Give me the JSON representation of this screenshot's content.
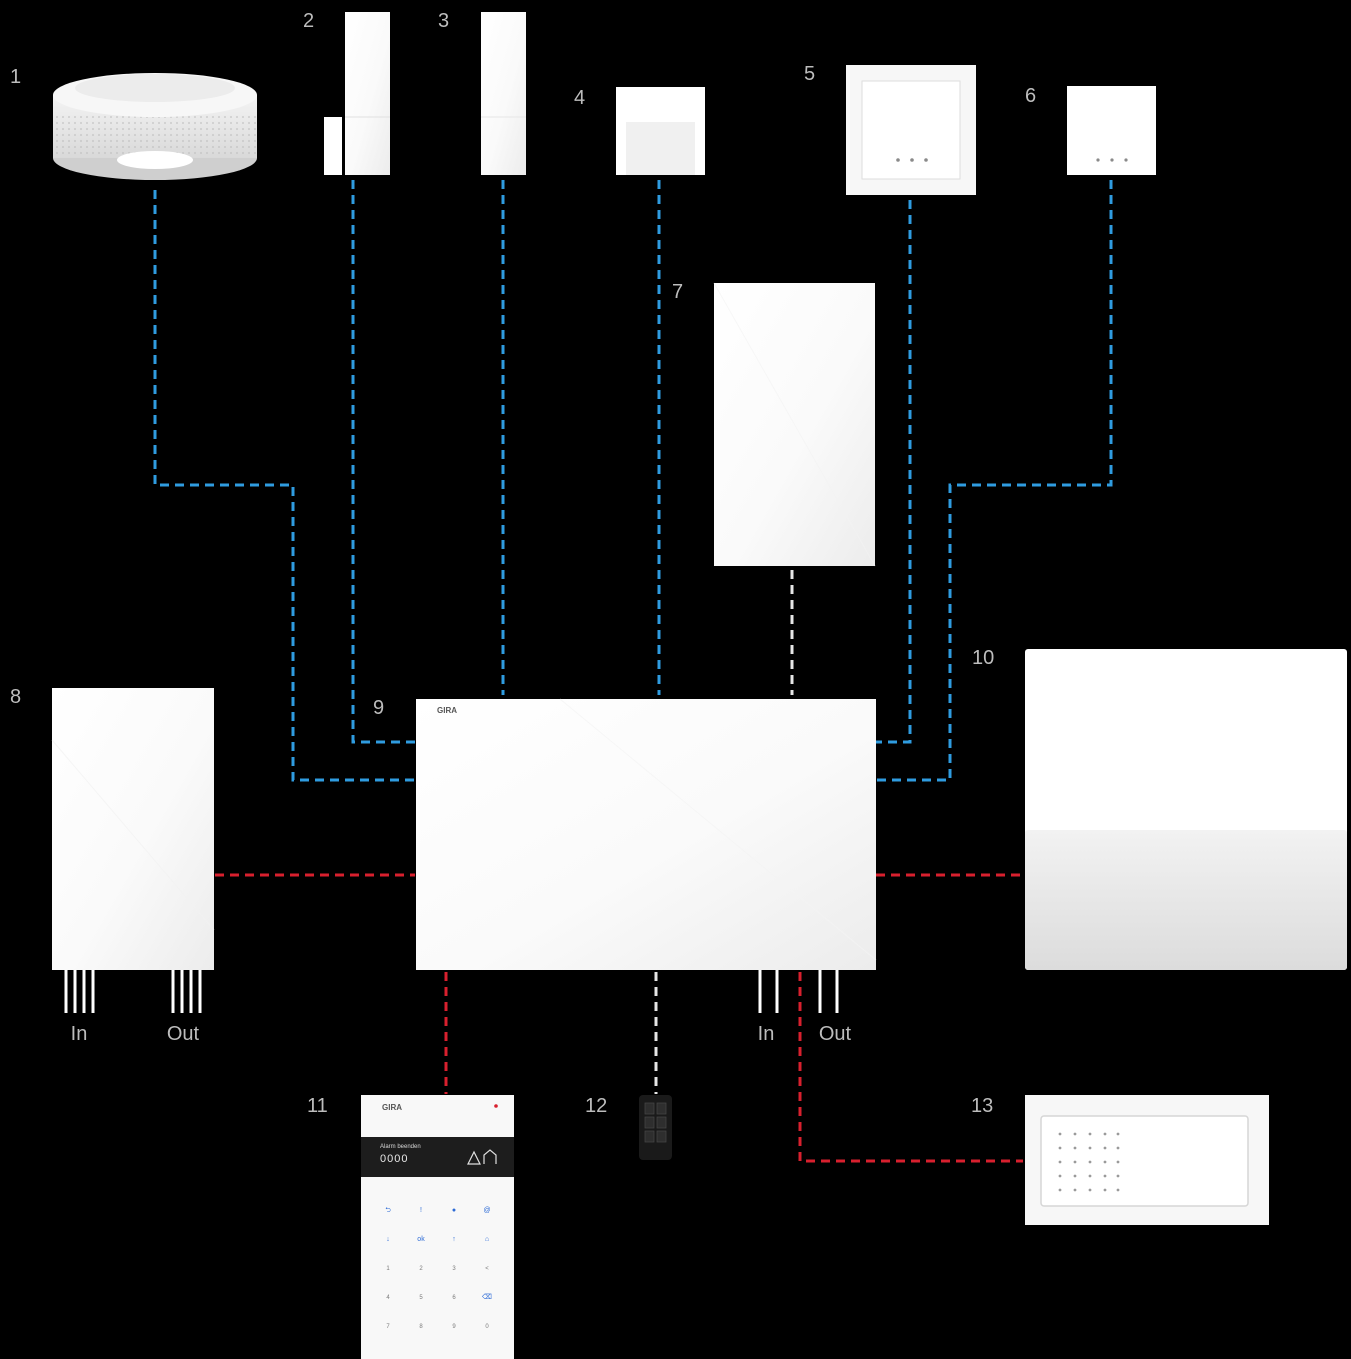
{
  "labels": {
    "n1": "1",
    "n2": "2",
    "n3": "3",
    "n4": "4",
    "n5": "5",
    "n6": "6",
    "n7": "7",
    "n8": "8",
    "n9": "9",
    "n10": "10",
    "n11": "11",
    "n12": "12",
    "n13": "13"
  },
  "io": {
    "left_in": "In",
    "left_out": "Out",
    "center_in": "In",
    "center_out": "Out"
  },
  "brand": {
    "central_unit": "GIRA",
    "keypad": "GIRA"
  },
  "keypad": {
    "display_line1": "Alarm beenden",
    "display_code": "0000",
    "keys": [
      "⮌",
      "!",
      "●",
      "@",
      "↓",
      "ok",
      "↑",
      "⌂",
      "1",
      "2",
      "3",
      "<",
      "4",
      "5",
      "6",
      "⌫",
      "7",
      "8",
      "9",
      "0"
    ]
  },
  "colors": {
    "background": "#000000",
    "wireless_link": "#2f9ce0",
    "wired_link": "#d8202e",
    "other_link": "#e6e6e6",
    "label": "#bdbdbd"
  }
}
